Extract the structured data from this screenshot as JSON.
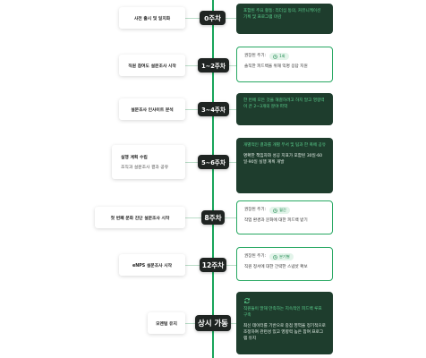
{
  "colors": {
    "spine": "#18a55a",
    "node": "#1f2422",
    "dark_card": "#1e3d2d",
    "highlight": "#5cd28f",
    "card_border": "#27a862",
    "badge_bg": "#e3f4ea"
  },
  "period_label": "권장된 주기:",
  "steps": [
    {
      "node": "0주차",
      "left_title": "사전 출시 및 일치화",
      "right": {
        "highlight": "포함된 주요 활동: 리더십 동의, 커뮤니케이션 기획 및 프로그램 마감"
      }
    },
    {
      "node": "1~2주차",
      "left_title": "직원 참여도 설문조사 시작",
      "right": {
        "badge": "1회",
        "text": "솔직한 피드백을 위해 익명 응답 지원"
      }
    },
    {
      "node": "3~4주차",
      "left_title": "설문조사 인사이트 분석",
      "right": {
        "highlight": "한 번에 모든 것을 해결하려고 하지 말고 영향력이 큰 2~3개의 분야 파악"
      }
    },
    {
      "node": "5~6주차",
      "left_title": "실행 계획 수립",
      "left_sub": "조직과 설문조사 결과 공유",
      "right": {
        "highlight": "개별적인 결과를 개별 부서 및 팀과 한 폭에 공유",
        "text": "명확한 책임자와 성공 지표가 포함된 30일·60일·90일 실행 계획 개발"
      }
    },
    {
      "node": "8주차",
      "left_title": "첫 번째 문화 진단 설문조사 시작",
      "right": {
        "badge": "월간",
        "text": "작업 환경과 문화에 대한 피드백 받기"
      }
    },
    {
      "node": "12주차",
      "left_title": "eNPS 설문조사 시작",
      "right": {
        "badge": "분기별",
        "text": "직원 정서에 대한 간략한 스냅샷 확보"
      }
    },
    {
      "node": "상시 가동",
      "left_title": "모멘텀 유지",
      "right": {
        "highlight": "직원들이 말해 만족하는 지속적인 피드백 루프 구축",
        "text": "최신 데이터를 기반으로 중점 영역을 정기적으로 조정하여 관련성 있고 영향력 높은 참여 프로그램 유지"
      }
    }
  ]
}
